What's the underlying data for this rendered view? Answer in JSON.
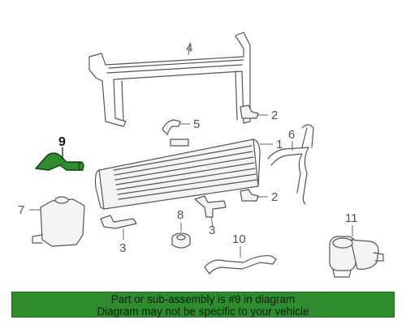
{
  "callouts": {
    "c1": "1",
    "c2a": "2",
    "c2b": "2",
    "c3a": "3",
    "c3b": "3",
    "c4": "4",
    "c5": "5",
    "c6": "6",
    "c7": "7",
    "c8": "8",
    "c9": "9",
    "c10": "10",
    "c11": "11"
  },
  "highlight": {
    "part": "9",
    "color": "#2e8b2e"
  },
  "notice": {
    "line1": "Part or sub-assembly is #9 in diagram",
    "line2": "Diagram may not be specific to your vehicle",
    "color": "#2e8b2e"
  }
}
